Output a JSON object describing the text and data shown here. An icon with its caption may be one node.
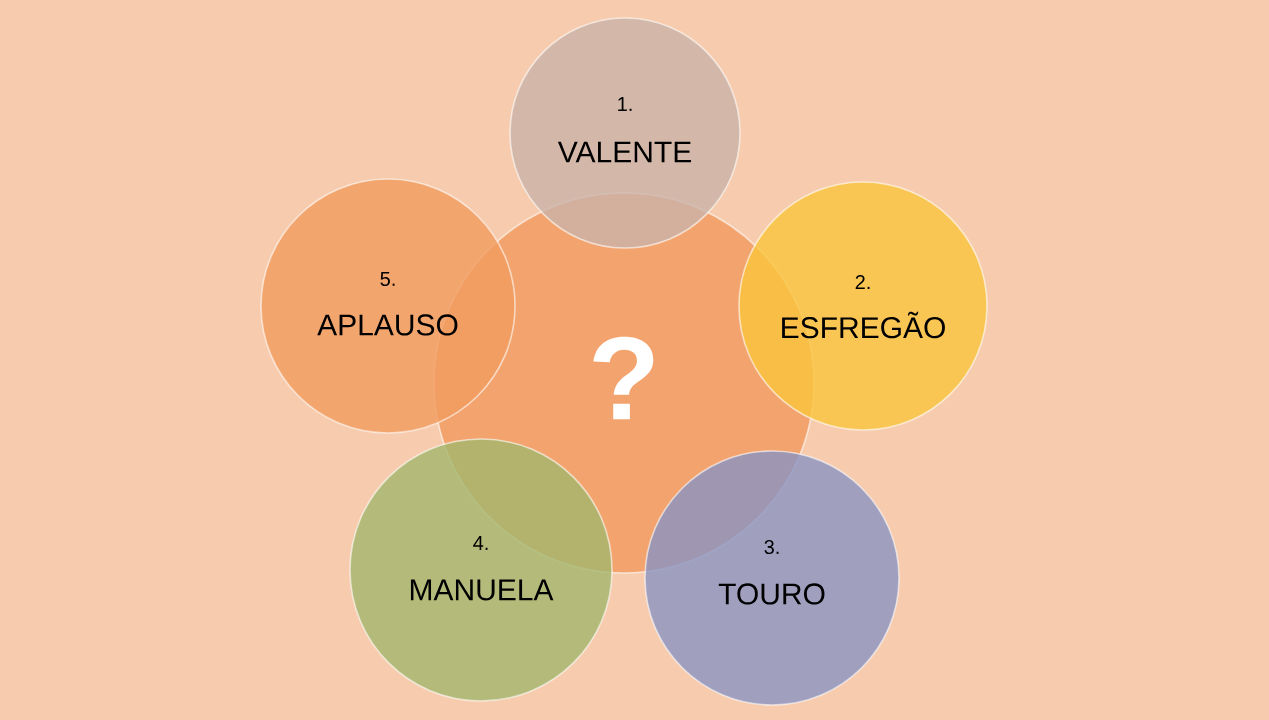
{
  "diagram": {
    "nodes": [
      {
        "text": [
          "?"
        ]
      },
      {
        "text": [
          "1.",
          "VALENTE"
        ]
      },
      {
        "text": [
          "2.",
          "ESFREGÃO"
        ]
      },
      {
        "text": [
          "3.",
          "TOURO"
        ]
      },
      {
        "text": [
          "4.",
          "MANUELA"
        ]
      },
      {
        "text": [
          "5.",
          "APLAUSO"
        ]
      }
    ]
  }
}
